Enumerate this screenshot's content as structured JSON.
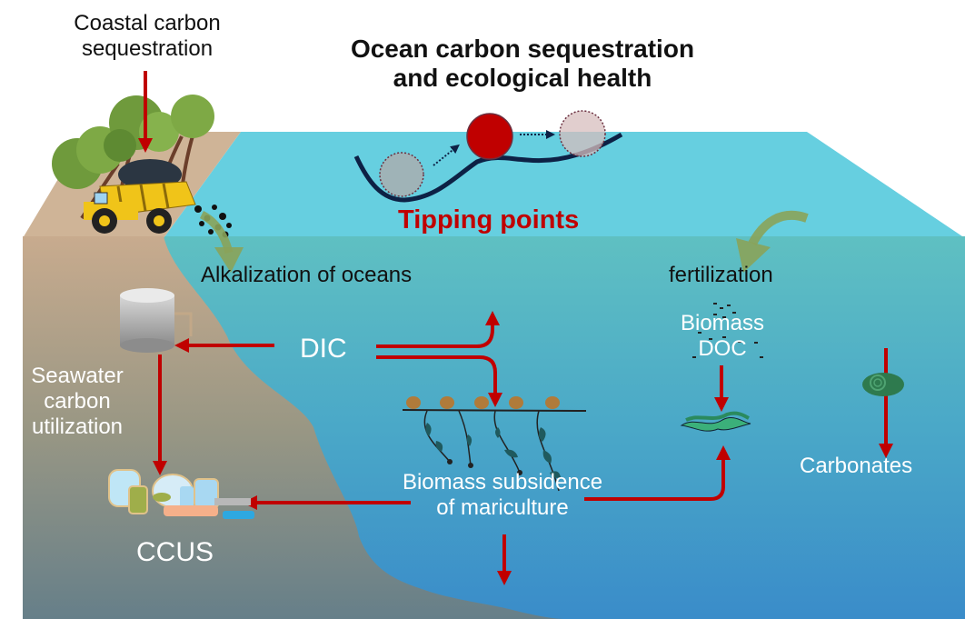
{
  "title": {
    "line1": "Ocean carbon sequestration",
    "line2": "and ecological health"
  },
  "labels": {
    "coastal_line1": "Coastal carbon",
    "coastal_line2": "sequestration",
    "tipping_points": "Tipping points",
    "alkalization": "Alkalization of oceans",
    "fertilization": "fertilization",
    "biomass_doc_line1": "Biomass",
    "biomass_doc_line2": "DOC",
    "dic": "DIC",
    "seawater_line1": "Seawater",
    "seawater_line2": "carbon",
    "seawater_line3": "utilization",
    "ccus": "CCUS",
    "subsidence_line1": "Biomass subsidence",
    "subsidence_line2": "of mariculture",
    "carbonates": "Carbonates"
  },
  "colors": {
    "arrow_red": "#c00000",
    "tipping_red": "#c00000",
    "surface_water": "#66cfe0",
    "deep_water_top": "#5fc0c2",
    "deep_water_bottom": "#3a8cc9",
    "land_top": "#c8ab8e",
    "land_bottom": "#6a8088",
    "curve_navy": "#0d2145",
    "green_arrow": "#8aa35a"
  }
}
